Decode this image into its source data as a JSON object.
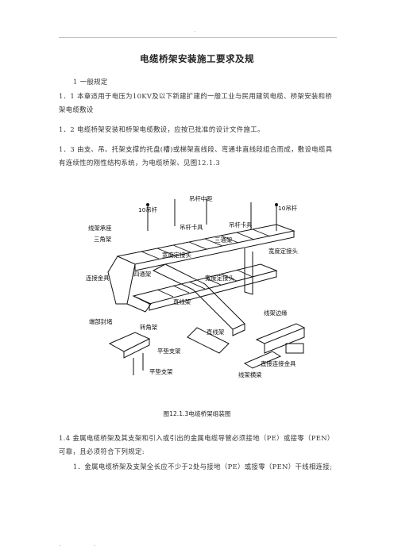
{
  "header": {
    "dot": "."
  },
  "title": "电缆桥架安装施工要求及规",
  "paragraphs": [
    "1 一般规定",
    "1．1 本章适用于电压为10KV及以下新建扩建的一般工业与民用建筑电缆、桥架安装和桥架电缆敷设",
    "1．2 电缆桥架安装和桥架电缆敷设，应按已批准的设计文件施工。",
    "1．3 由支、吊、托架支撑的托盘(槽)或梯架直线段、弯通非直线段组合而成，敷设电缆具有连续性的刚性结构系统，为电缆桥架、见图12.1.3"
  ],
  "diagram": {
    "labels": {
      "rod_left": "10吊杆",
      "rod_right": "10吊杆",
      "rod_spacing": "吊杆中距",
      "clamp_left": "吊杆卡具",
      "clamp_right": "吊杆卡具",
      "crossbar": "线架承座",
      "tee": "三角架",
      "three_way": "三通架",
      "width_joint_1": "宽度定接头",
      "width_joint_2": "宽度定接头",
      "width_joint_3": "宽度定接头",
      "connector": "连接金具",
      "four_way": "四通架",
      "straight_1": "直线架",
      "end_cap": "端部封堵",
      "elbow": "转角架",
      "straight_2": "直线架",
      "flat_support_1": "平垫支架",
      "flat_support_2": "平垫支架",
      "edge": "线架边缘",
      "straight_connector": "直接连接金具",
      "cross_plate": "线架横梁"
    }
  },
  "caption": "图12.1.3电缆桥架组装图",
  "paragraphs2": [
    "1.4 金属电缆桥架及其支架和引入或引出的金属电缆导管必须接地（PE）或接零（PEN）可靠，且必须符合下列规定:",
    "1．金属电缆桥架及支架全长应不少于2处与接地（PE）或接零（PEN）干线相连接;"
  ],
  "footer": {
    "left": ".",
    "right": "."
  }
}
